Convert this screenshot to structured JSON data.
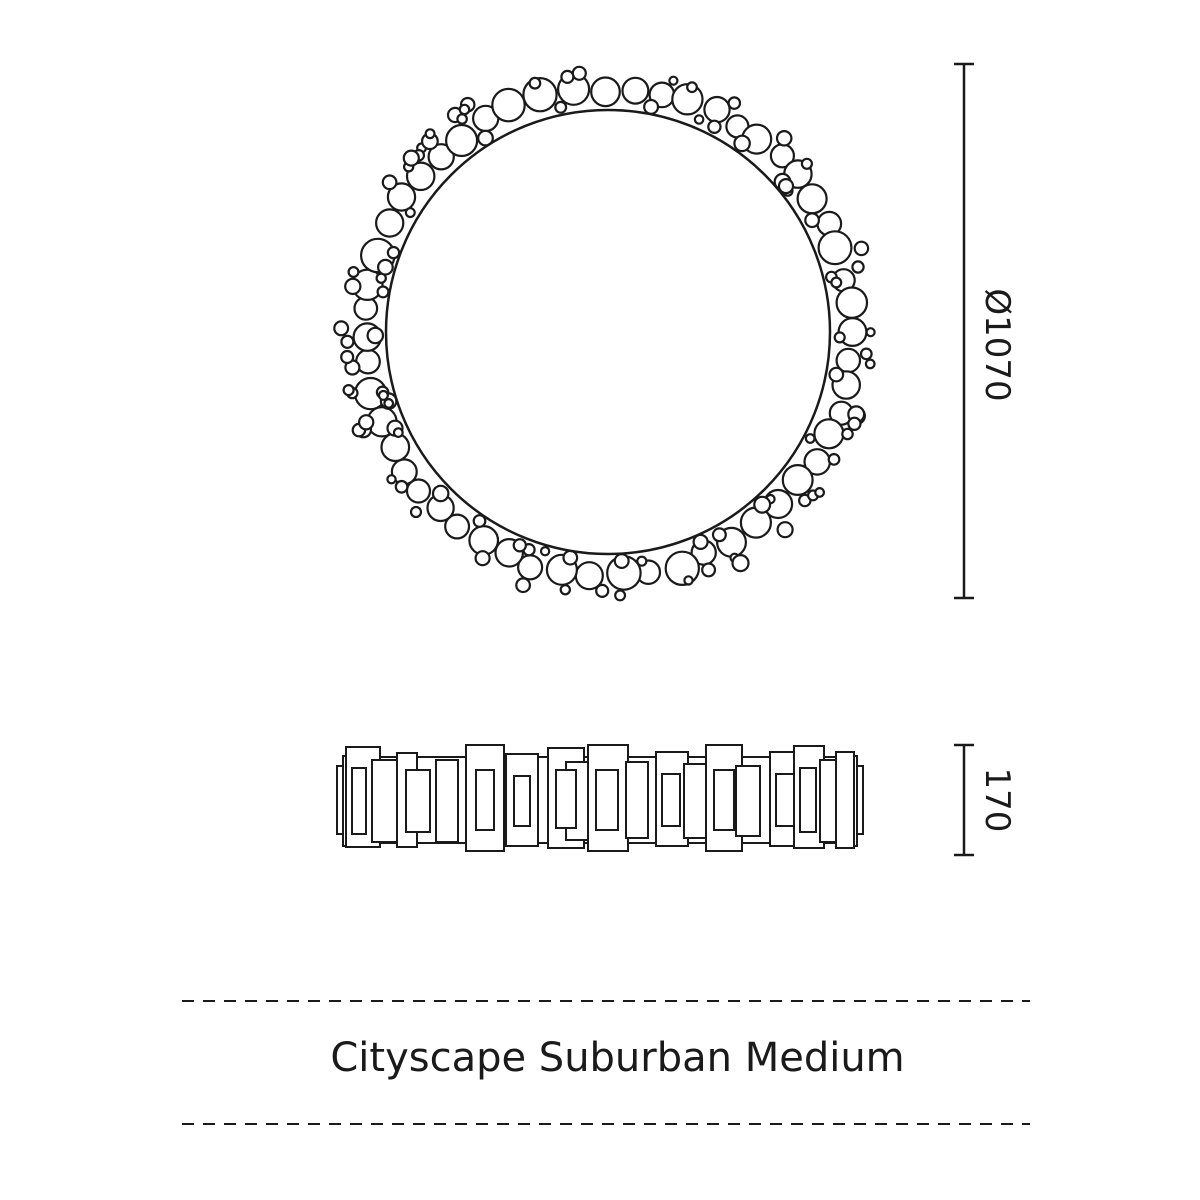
{
  "top_view": {
    "dimension_label": "Ø1070"
  },
  "side_view": {
    "dimension_label": "170"
  },
  "product": {
    "name": "Cityscape Suburban Medium"
  },
  "colors": {
    "line": "#1a1a1a",
    "background": "#ffffff"
  }
}
